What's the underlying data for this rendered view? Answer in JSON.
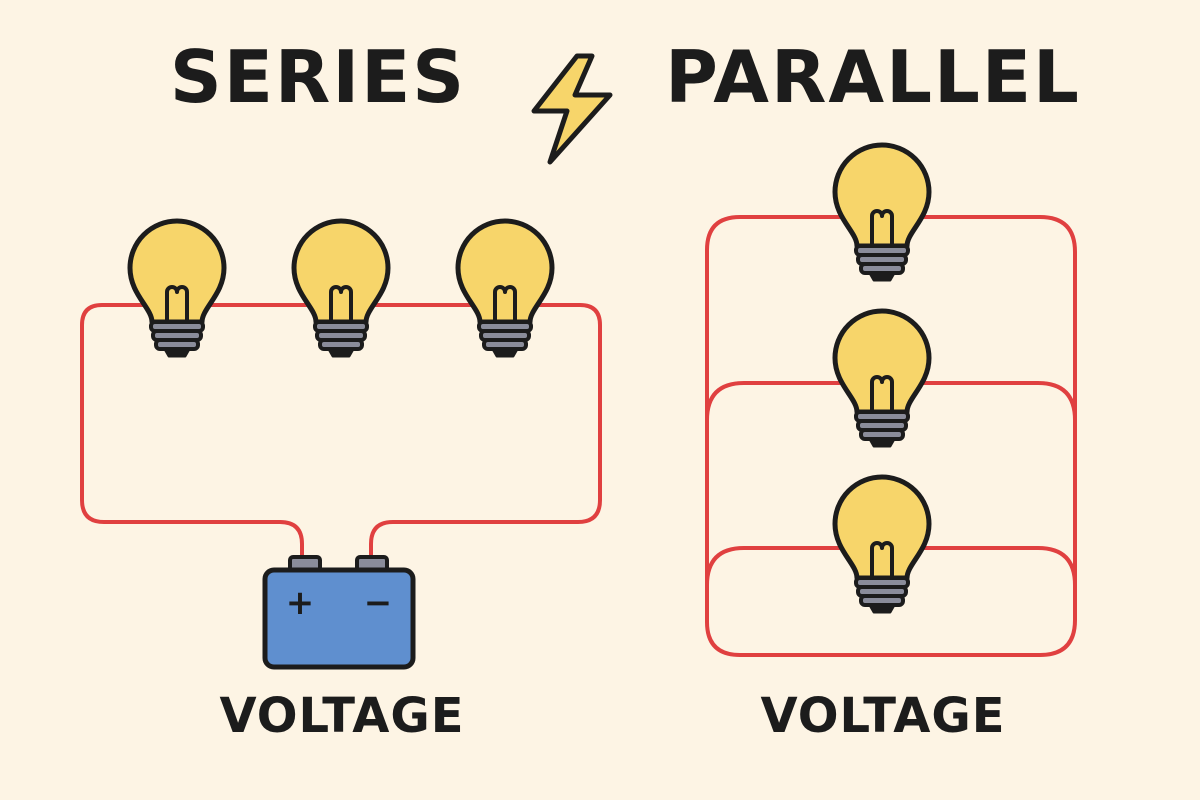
{
  "titles": {
    "left": "SERIES",
    "right": "PARALLEL"
  },
  "captions": {
    "left": "VOLTAGE",
    "right": "VOLTAGE"
  },
  "battery": {
    "positive": "+",
    "negative": "−"
  },
  "icons": {
    "center": "lightning-bolt-icon",
    "bulb": "light-bulb-icon",
    "battery": "battery-icon"
  },
  "colors": {
    "background": "#fdf4e4",
    "wire": "#e04040",
    "bulb_glass": "#f7d56a",
    "bulb_base": "#8a8c9a",
    "battery_body": "#5f8fcf",
    "outline": "#1c1c1c",
    "bolt": "#f7d56a"
  }
}
